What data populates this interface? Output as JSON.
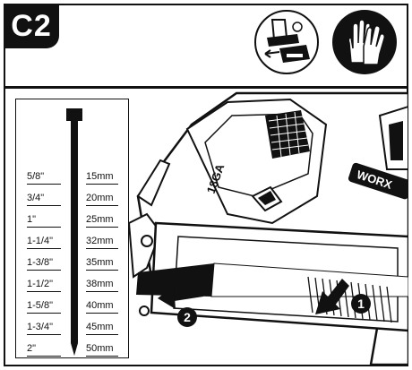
{
  "step_label": "C2",
  "icons": {
    "remove_battery": "remove-battery-icon",
    "wear_gloves": "gloves-icon"
  },
  "nail_chart": {
    "rows": [
      {
        "inch": "5/8\"",
        "mm": "15mm"
      },
      {
        "inch": "3/4\"",
        "mm": "20mm"
      },
      {
        "inch": "1\"",
        "mm": "25mm"
      },
      {
        "inch": "1-1/4\"",
        "mm": "32mm"
      },
      {
        "inch": "1-3/8\"",
        "mm": "35mm"
      },
      {
        "inch": "1-1/2\"",
        "mm": "38mm"
      },
      {
        "inch": "1-5/8\"",
        "mm": "40mm"
      },
      {
        "inch": "1-3/4\"",
        "mm": "45mm"
      },
      {
        "inch": "2\"",
        "mm": "50mm"
      }
    ]
  },
  "tool": {
    "gauge_label": "18GA",
    "brand_label": "WORX"
  },
  "callouts": {
    "step1": "1",
    "step2": "2"
  }
}
